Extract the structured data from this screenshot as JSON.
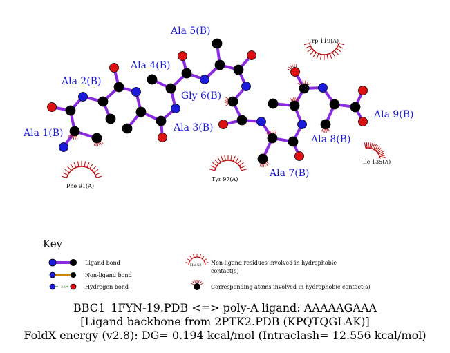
{
  "residues": [
    {
      "label": "Ala 1(B)"
    },
    {
      "label": "Ala 2(B)"
    },
    {
      "label": "Ala 3(B)"
    },
    {
      "label": "Ala 4(B)"
    },
    {
      "label": "Ala 5(B)"
    },
    {
      "label": "Gly 6(B)"
    },
    {
      "label": "Ala 7(B)"
    },
    {
      "label": "Ala 8(B)"
    },
    {
      "label": "Ala 9(B)"
    }
  ],
  "hydrophobic_residues": [
    {
      "label": "Phe 91(A)"
    },
    {
      "label": "Tyr 97(A)"
    },
    {
      "label": "Trp 119(A)"
    },
    {
      "label": "Ile 135(A)"
    }
  ],
  "key": {
    "title": "Key",
    "ligand_bond": "Ligand bond",
    "non_ligand_bond": "Non-ligand bond",
    "hydrogen_bond": "Hydrogen bond",
    "hbond_distance": "3.0",
    "hydrophobic_residues_label": "Non-ligand residues involved in hydrophobic contact(s)",
    "hydrophobic_residues_line1": "Non-ligand residues involved in hydrophobic",
    "hydrophobic_residues_line2": "contact(s)",
    "example_residue": "His 53",
    "hydrophobic_atoms": "Corresponding atoms involved in hydrophobic contact(s)"
  },
  "caption": {
    "line1": "BBC1_1FYN-19.PDB <=> poly-A ligand: AAAAAGAAA",
    "line2": "[Ligand backbone from 2PTK2.PDB (KPQTQGLAK)]",
    "line3": "FoldX energy (v2.8): DG= 0.194 kcal/mol (Intraclash= 12.556 kcal/mol)"
  },
  "colors": {
    "ligand_bond": "#8a2be2",
    "non_ligand_bond": "#cc8800",
    "hydrogen_bond": "#228b22",
    "carbon": "#000000",
    "nitrogen": "#1a1adb",
    "oxygen": "#dd1111",
    "hydrophobic_arc": "#bb1111",
    "residue_label": "#1a1adb"
  }
}
